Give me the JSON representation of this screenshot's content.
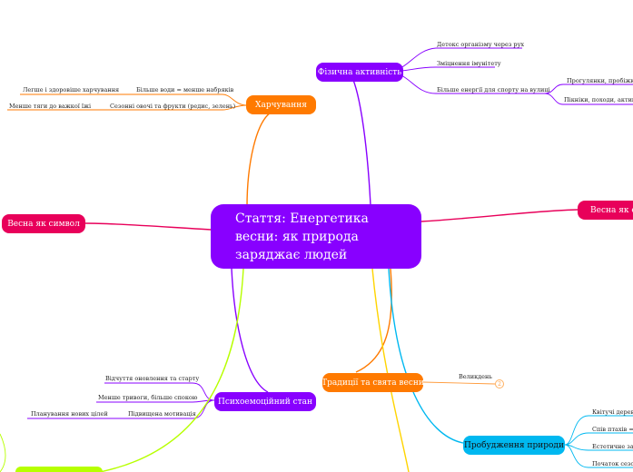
{
  "central": {
    "title": "Стаття: Енергетика весни: як природа заряджає людей"
  },
  "branches": {
    "fizychna": {
      "label": "Фізична активність",
      "items": [
        "Детокс організму через рух",
        "Зміцнення імунітету",
        "Більше енергії для спорту на вулиці"
      ],
      "sub": [
        "Прогулянки, пробіжки, вел",
        "Пікніки, походи, активне"
      ]
    },
    "kharchuvannia": {
      "label": "Харчування",
      "items": [
        "Більше води = менше набряків",
        "Сезонні овочі та фрукти (редис, зелень)"
      ],
      "sub": [
        "Легше і здоровіше харчування",
        "Менше тяги до важкої їжі"
      ]
    },
    "symbol": {
      "label": "Весна як символ"
    },
    "emotsii": {
      "label": "Весна як емо"
    },
    "psykho": {
      "label": "Психоемоційний стан",
      "items": [
        "Відчуття оновлення та старту",
        "Менше тривоги, більше спокою",
        "Підвищена мотивація"
      ],
      "sub": [
        "Планування нових цілей"
      ]
    },
    "tradytsii": {
      "label": "Традиції та свята весни",
      "items": [
        "Великдень"
      ],
      "count": "2"
    },
    "probudzhennia": {
      "label": "Пробудження природи",
      "items": [
        "Квітучі дерева",
        "Спів птахів = ",
        "Естетичне задо",
        "Початок сезону"
      ]
    }
  }
}
